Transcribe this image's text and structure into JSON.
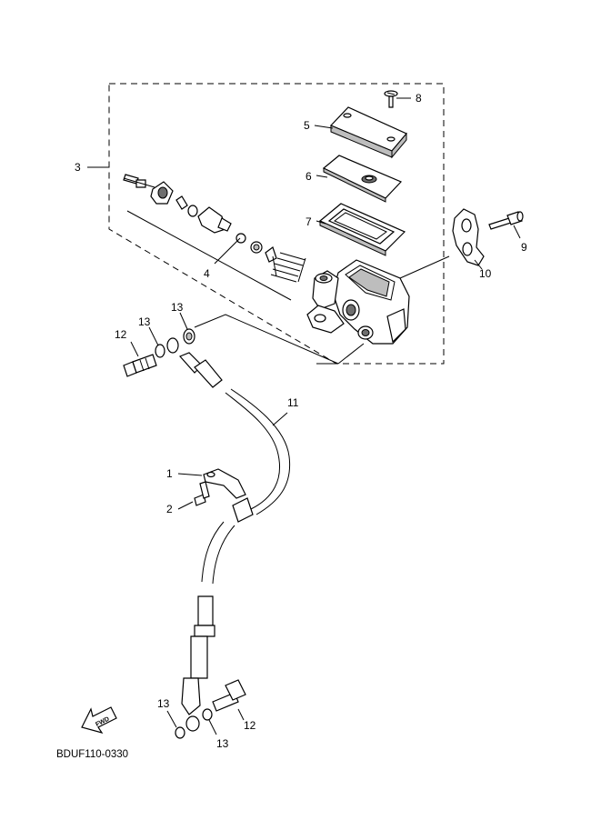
{
  "parts": [
    {
      "id": "1",
      "label": "1"
    },
    {
      "id": "2",
      "label": "2"
    },
    {
      "id": "3",
      "label": "3"
    },
    {
      "id": "4",
      "label": "4"
    },
    {
      "id": "5",
      "label": "5"
    },
    {
      "id": "6",
      "label": "6"
    },
    {
      "id": "7",
      "label": "7"
    },
    {
      "id": "8",
      "label": "8"
    },
    {
      "id": "9",
      "label": "9"
    },
    {
      "id": "10",
      "label": "10"
    },
    {
      "id": "11",
      "label": "11"
    },
    {
      "id": "12a",
      "label": "12"
    },
    {
      "id": "12b",
      "label": "12"
    },
    {
      "id": "13a",
      "label": "13"
    },
    {
      "id": "13b",
      "label": "13"
    },
    {
      "id": "13c",
      "label": "13"
    },
    {
      "id": "13d",
      "label": "13"
    }
  ],
  "fwd_label": "FWD",
  "diagram_code": "BDUF110-0330"
}
